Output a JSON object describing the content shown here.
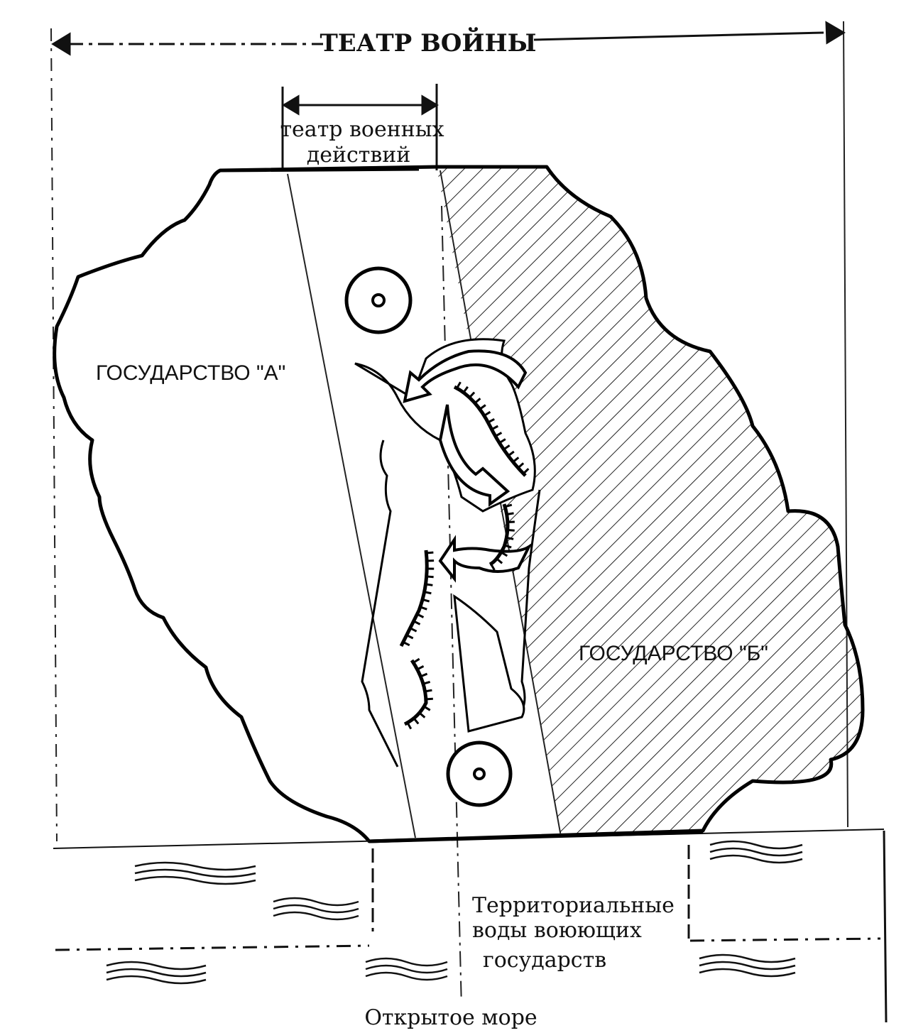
{
  "diagram": {
    "title": "ТЕАТР ВОЙНЫ",
    "operations_theater": {
      "line1": "театр военных",
      "line2": "действий"
    },
    "state_a": "ГОСУДАРСТВО \"А\"",
    "state_b": "ГОСУДАРСТВО \"Б\"",
    "territorial_waters": {
      "line1": "Территориальные",
      "line2": "воды воюющих",
      "line3": "государств"
    },
    "open_sea": "Открытое море"
  },
  "colors": {
    "ink": "#111111",
    "paper": "#ffffff"
  }
}
